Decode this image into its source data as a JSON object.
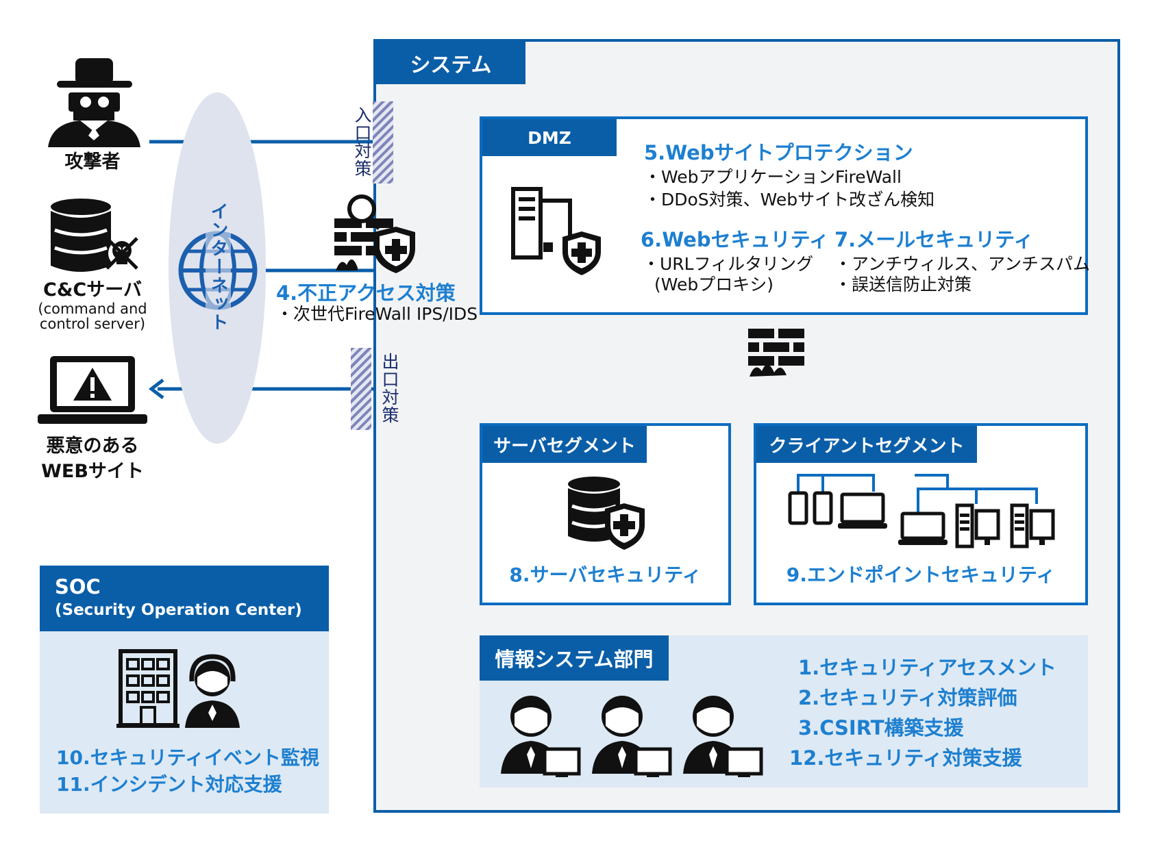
{
  "left": {
    "attacker": "攻撃者",
    "cc_server": "C&Cサーバ",
    "cc_server_sub1": "(command and",
    "cc_server_sub2": "control server)",
    "malicious_site1": "悪意のある",
    "malicious_site2": "WEBサイト",
    "internet": "インターネット"
  },
  "perimeter": {
    "entry": "入口対策",
    "exit": "出口対策",
    "item4_title": "4.不正アクセス対策",
    "item4_desc": "・次世代FireWall IPS/IDS"
  },
  "system": {
    "label": "システム",
    "dmz": {
      "label": "DMZ",
      "item5_title": "5.Webサイトプロテクション",
      "item5_desc1": "・WebアプリケーションFireWall",
      "item5_desc2": "・DDoS対策、Webサイト改ざん検知",
      "item6_title": "6.Webセキュリティ",
      "item6_desc1": "・URLフィルタリング",
      "item6_desc2": "(Webプロキシ)",
      "item7_title": "7.メールセキュリティ",
      "item7_desc1": "・アンチウィルス、アンチスパム",
      "item7_desc2": "・誤送信防止対策"
    },
    "server_segment": {
      "label": "サーバセグメント",
      "item8": "8.サーバセキュリティ"
    },
    "client_segment": {
      "label": "クライアントセグメント",
      "item9": "9.エンドポイントセキュリティ"
    },
    "it_dept": {
      "label": "情報システム部門",
      "items": [
        "1.セキュリティアセスメント",
        "2.セキュリティ対策評価",
        "3.CSIRT構築支援",
        "12.セキュリティ対策支援"
      ]
    }
  },
  "soc": {
    "label": "SOC",
    "sub": "(Security Operation Center)",
    "item10": "10.セキュリティイベント監視",
    "item11": "11.インシデント対応支援"
  },
  "colors": {
    "primary": "#0a5ea8",
    "accent": "#1d7fd0",
    "panel": "#dde9f4",
    "system_bg": "#f2f3f5"
  }
}
